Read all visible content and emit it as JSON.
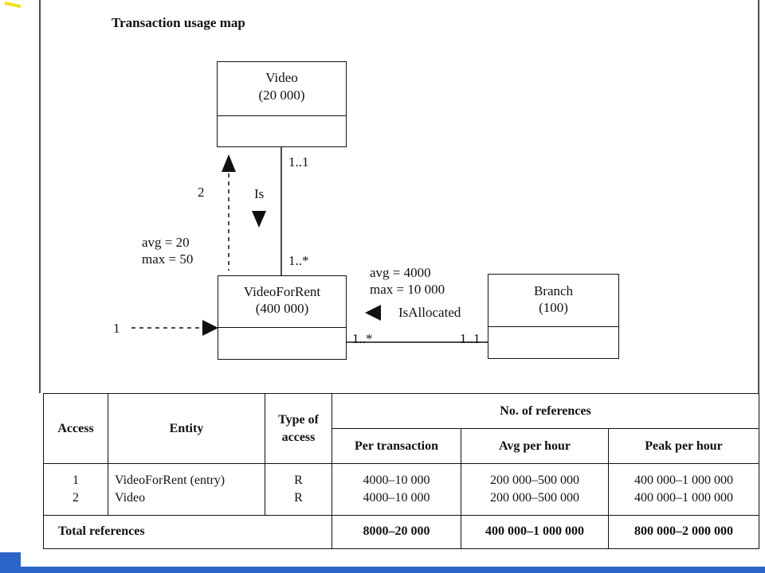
{
  "diagram": {
    "title": "Transaction usage map",
    "entities": [
      {
        "name": "Video",
        "count": "(20 000)"
      },
      {
        "name": "VideoForRent",
        "count": "(400 000)"
      },
      {
        "name": "Branch",
        "count": "(100)"
      }
    ],
    "relationships": {
      "is": {
        "label": "Is",
        "mult_top": "1..1",
        "mult_bottom": "1..*"
      },
      "is_allocated": {
        "label": "IsAllocated",
        "mult_left": "1..*",
        "mult_right": "1..1",
        "avg": "avg = 4000",
        "max": "max = 10 000"
      }
    },
    "access_paths": {
      "path1": {
        "number": "1"
      },
      "path2": {
        "number": "2",
        "avg": "avg = 20",
        "max": "max = 50"
      }
    }
  },
  "table": {
    "headers": {
      "access": "Access",
      "entity": "Entity",
      "type_line1": "Type of",
      "type_line2": "access",
      "no_refs": "No. of references",
      "per_transaction": "Per transaction",
      "avg_per_hour": "Avg per hour",
      "peak_per_hour": "Peak per hour"
    },
    "rows": [
      {
        "access": "1",
        "entity": "VideoForRent (entry)",
        "type": "R",
        "per_transaction": "4000–10 000",
        "avg_per_hour": "200 000–500 000",
        "peak_per_hour": "400 000–1 000 000"
      },
      {
        "access": "2",
        "entity": "Video",
        "type": "R",
        "per_transaction": "4000–10 000",
        "avg_per_hour": "200 000–500 000",
        "peak_per_hour": "400 000–1 000 000"
      }
    ],
    "total": {
      "label": "Total references",
      "per_transaction": "8000–20 000",
      "avg_per_hour": "400 000–1 000 000",
      "peak_per_hour": "800 000–2 000 000"
    }
  },
  "colors": {
    "accent": "#2a64c8",
    "ink": "#111111"
  }
}
